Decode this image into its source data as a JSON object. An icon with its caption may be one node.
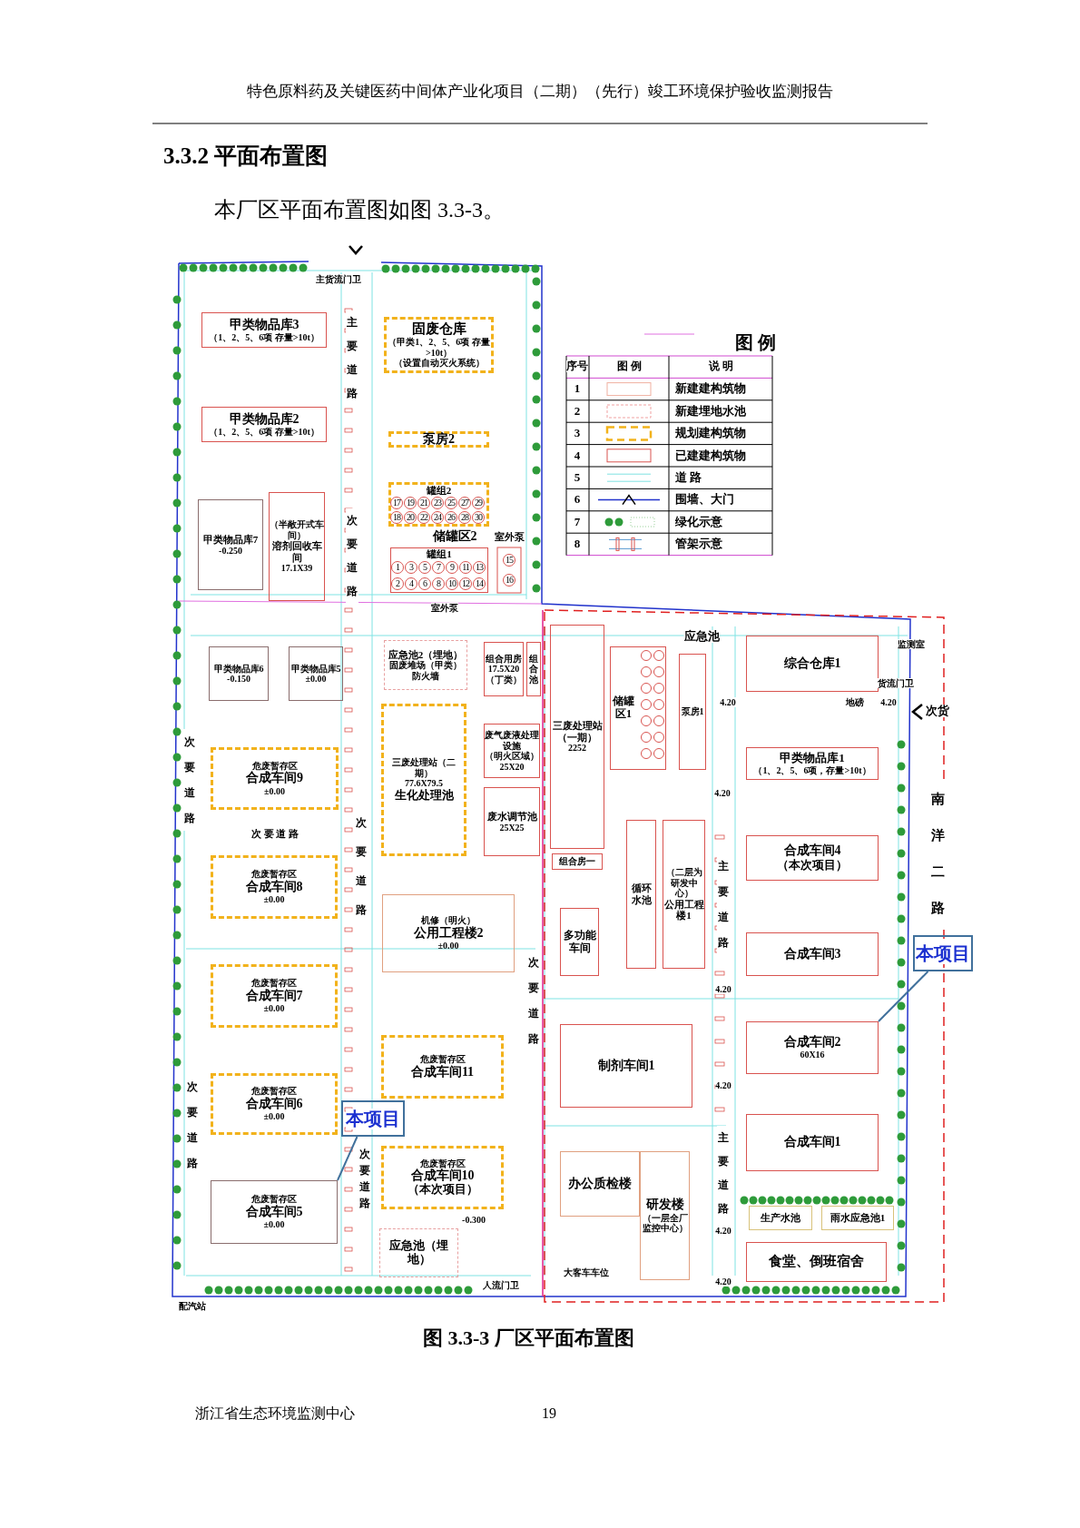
{
  "diagram": {
    "title": "3.3.2 平面布置图",
    "caption": "图 3.3-3 厂区平面布置图",
    "nodes": [
      {
        "text": [
          "甲类物品库3",
          "（1、2、5、6项 存量>10t）"
        ]
      },
      {
        "text": [
          "固废仓库",
          "（甲类1、2、5、6项 存量>10t）",
          "（设置自动灭火系统）"
        ]
      },
      {
        "text": [
          "甲类物品库2",
          "（1、2、5、6项 存量>10t）"
        ]
      },
      {
        "text": [
          "泵房2"
        ]
      },
      {
        "text": [
          "罐组2"
        ]
      },
      {
        "text": [
          "甲类物品库7",
          "-0.250"
        ]
      },
      {
        "text": [
          "（半敞开式车间）",
          "溶剂回收车间",
          "17.1X39"
        ]
      },
      {
        "text": [
          "罐组1"
        ]
      },
      {
        "text": [
          "甲类物品库6",
          "-0.150"
        ]
      },
      {
        "text": [
          "甲类物品库5",
          "±0.00"
        ]
      },
      {
        "text": [
          "应急池2（埋地）",
          "固废堆场（甲类）",
          "防火墙"
        ]
      },
      {
        "text": [
          "组合用房",
          "17.5X20",
          "（丁类）"
        ]
      },
      {
        "text": [
          "组合池"
        ]
      },
      {
        "text": [
          "三废处理站（二期）",
          "77.6X79.5",
          "生化处理池"
        ]
      },
      {
        "text": [
          "废气废液处理设施",
          "（明火区域）",
          "25X20"
        ]
      },
      {
        "text": [
          "废水调节池",
          "25X25"
        ]
      },
      {
        "text": [
          "三废处理站（一期）",
          "2252"
        ]
      },
      {
        "text": [
          "组合房一"
        ]
      },
      {
        "text": [
          "储罐区1"
        ]
      },
      {
        "text": [
          "泵房1"
        ]
      },
      {
        "text": [
          "综合仓库1"
        ]
      },
      {
        "text": [
          "甲类物品库1",
          "（1、2、5、6项，存量>10t）"
        ]
      },
      {
        "text": [
          "危废暂存区",
          "合成车间9",
          "±0.00"
        ]
      },
      {
        "text": [
          "危废暂存区",
          "合成车间8",
          "±0.00"
        ]
      },
      {
        "text": [
          "循环水池"
        ]
      },
      {
        "text": [
          "（二层为研发中心）",
          "公用工程楼1"
        ]
      },
      {
        "text": [
          "合成车间4",
          "（本次项目）"
        ]
      },
      {
        "text": [
          "机修（明火）",
          "公用工程楼2",
          "±0.00"
        ]
      },
      {
        "text": [
          "多功能车间"
        ]
      },
      {
        "text": [
          "合成车间3"
        ]
      },
      {
        "text": [
          "本项目"
        ]
      },
      {
        "text": [
          "危废暂存区",
          "合成车间7",
          "±0.00"
        ]
      },
      {
        "text": [
          "制剂车间1"
        ]
      },
      {
        "text": [
          "合成车间2",
          "60X16"
        ]
      },
      {
        "text": [
          "危废暂存区",
          "合成车间11"
        ]
      },
      {
        "text": [
          "危废暂存区",
          "合成车间6",
          "±0.00"
        ]
      },
      {
        "text": [
          "本项目"
        ]
      },
      {
        "text": [
          "合成车间1"
        ]
      },
      {
        "text": [
          "危废暂存区",
          "合成车间10",
          "（本次项目）"
        ]
      },
      {
        "text": [
          "办公质检楼"
        ]
      },
      {
        "text": [
          "研发楼",
          "（一层全厂监控中心）"
        ]
      },
      {
        "text": [
          "危废暂存区",
          "合成车间5",
          "±0.00"
        ]
      },
      {
        "text": [
          "生产水池"
        ]
      },
      {
        "text": [
          "雨水应急池1"
        ]
      },
      {
        "text": [
          "应急池（埋地）"
        ]
      },
      {
        "text": [
          "食堂、倒班宿舍"
        ]
      }
    ],
    "edges": [
      {
        "from": 30,
        "to": 33,
        "arrow": "none"
      },
      {
        "from": 36,
        "to": 41,
        "arrow": "none"
      }
    ],
    "labels": [
      "特色原料药及关键医药中间体产业化项目（二期）（先行）竣工环境保护验收监测报告",
      "本厂区平面布置图如图 3.3-3。",
      "主货流门卫",
      "主要道路",
      "图 例",
      "序号",
      "图 例",
      "说 明",
      "1",
      "2",
      "3",
      "4",
      "5",
      "6",
      "7",
      "8",
      "次要道路",
      "储罐区2",
      "室外泵",
      "17",
      "19",
      "21",
      "23",
      "25",
      "27",
      "29",
      "18",
      "20",
      "22",
      "24",
      "26",
      "28",
      "30",
      "1",
      "3",
      "5",
      "7",
      "9",
      "11",
      "13",
      "2",
      "4",
      "6",
      "8",
      "10",
      "12",
      "14",
      "15",
      "16",
      "室外泵",
      "应急池",
      "监测室",
      "货流门卫",
      "4.20",
      "地磅",
      "4.20",
      "次货",
      "次要道路",
      "4.20",
      "次 要 道 路",
      "次要道路",
      "主要道路",
      "南洋二路",
      "次要道路",
      "4.20",
      "4.20",
      "次要道路",
      "次要道路",
      "主要道路",
      "4.20",
      "-0.300",
      "大客车车位",
      "4.20",
      "配汽站",
      "人流门卫",
      "浙江省生态环境监测中心",
      "19"
    ],
    "legend": [
      {
        "text": "新建建构筑物"
      },
      {
        "text": "新建埋地水池"
      },
      {
        "text": "规划建构筑物"
      },
      {
        "text": "已建建构筑物"
      },
      {
        "text": "道 路"
      },
      {
        "text": "围墙、大门"
      },
      {
        "text": "绿化示意"
      },
      {
        "text": "管架示意"
      }
    ]
  }
}
